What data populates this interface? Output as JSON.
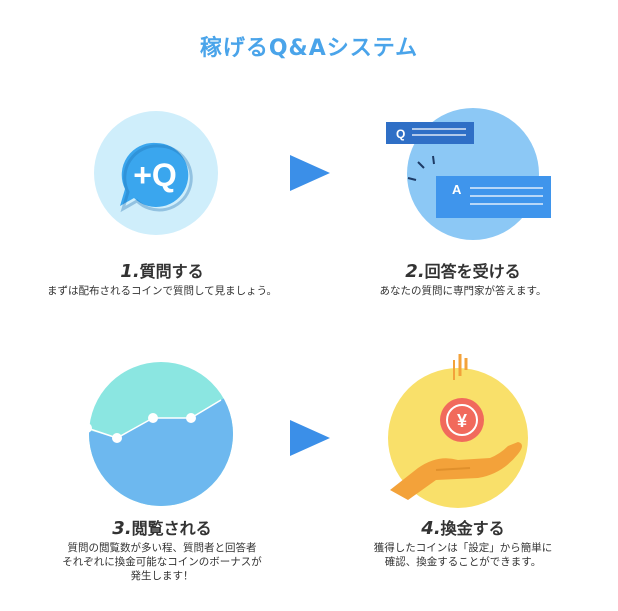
{
  "title": "稼げるQ&Aシステム",
  "colors": {
    "title": "#4aa4ea",
    "step1_circle": "#cfeefb",
    "step2_circle": "#8cc8f5",
    "step3_circle": "#6db8ef",
    "step4_circle": "#f9e06a",
    "arrow": "#3b8fe8",
    "bubble": "#3aa6ee",
    "card_q": "#2f6fc6",
    "card_a": "#3f95ec"
  },
  "steps": [
    {
      "number": "1.",
      "label": "質問する",
      "desc": [
        "まずは配布されるコインで質問して見ましょう。"
      ],
      "icon_text": "+Q"
    },
    {
      "number": "2.",
      "label": "回答を受ける",
      "desc": [
        "あなたの質問に専門家が答えます。"
      ],
      "card_q": "Q",
      "card_a": "A"
    },
    {
      "number": "3.",
      "label": "閲覧される",
      "desc": [
        "質問の閲覧数が多い程、質問者と回答者",
        "それぞれに換金可能なコインのボーナスが",
        "発生します！"
      ]
    },
    {
      "number": "4.",
      "label": "換金する",
      "desc": [
        "獲得したコインは「設定」から簡単に",
        "確認、換金することができます。"
      ],
      "coin_symbol": "¥"
    }
  ]
}
